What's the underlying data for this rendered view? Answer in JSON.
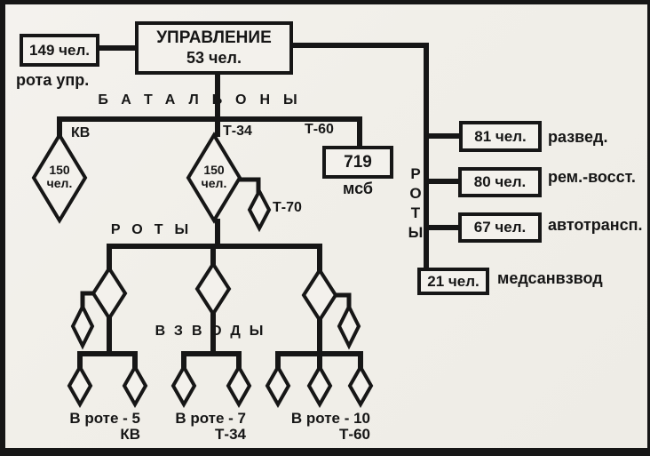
{
  "colors": {
    "ink": "#161616",
    "paper": "#f3f1ec"
  },
  "org_chart": {
    "headquarters": {
      "title": "УПРАВЛЕНИЕ",
      "strength": "53 чел."
    },
    "hq_company": {
      "strength": "149 чел.",
      "label": "рота упр."
    },
    "level_headers": {
      "battalions": "БАТАЛЬОНЫ",
      "companies": "РОТЫ",
      "platoons": "ВЗВОДЫ"
    },
    "tank_battalions": {
      "kv": {
        "label": "КВ",
        "strength_line1": "150",
        "strength_line2": "чел."
      },
      "t34": {
        "label": "Т-34",
        "strength_line1": "150",
        "strength_line2": "чел."
      },
      "t60": {
        "label": "Т-60"
      },
      "t70": {
        "label": "Т-70"
      }
    },
    "rifle_battalion": {
      "strength": "719",
      "label": "мсб"
    },
    "support_companies": {
      "vertical_header": [
        "Р",
        "О",
        "Т",
        "Ы"
      ],
      "items": [
        {
          "strength": "81 чел.",
          "label": "развед."
        },
        {
          "strength": "80 чел.",
          "label": "рем.-восст."
        },
        {
          "strength": "67 чел.",
          "label": "автотрансп."
        },
        {
          "strength": "21 чел.",
          "label": "медсанвзвод"
        }
      ]
    },
    "company_notes": [
      {
        "line1": "В роте - 5",
        "line2": "КВ"
      },
      {
        "line1": "В роте - 7",
        "line2": "Т-34"
      },
      {
        "line1": "В роте - 10",
        "line2": "Т-60"
      }
    ]
  }
}
